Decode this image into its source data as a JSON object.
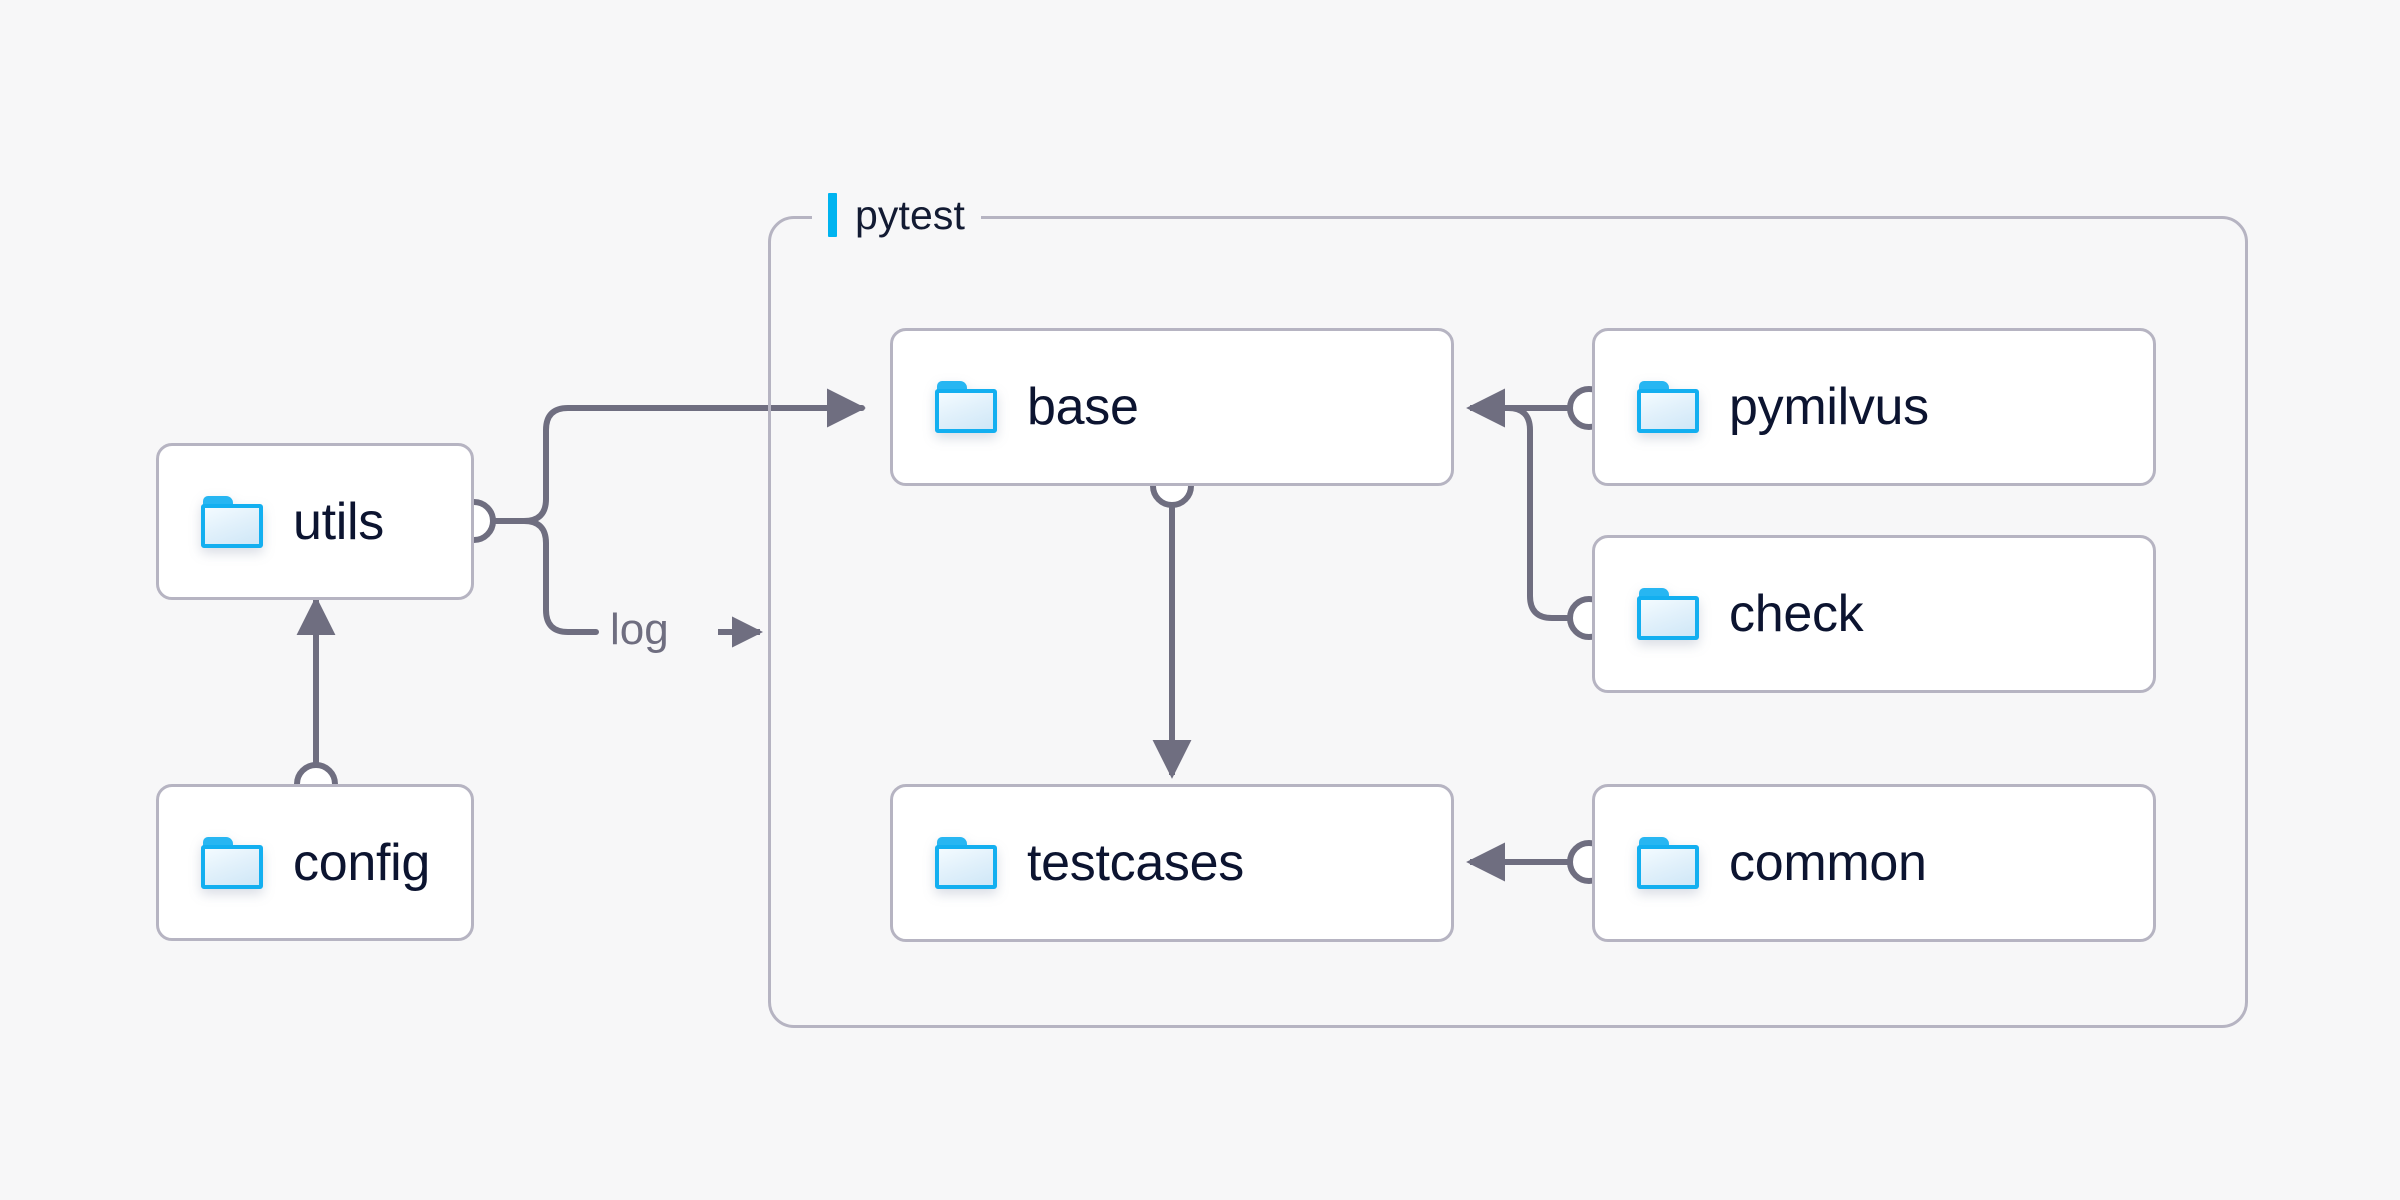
{
  "diagram": {
    "title_group": "pytest",
    "background_color": "#f7f7f8",
    "accent_color": "#00b4f0",
    "edge_color": "#6f6e80",
    "node_border_color": "#b6b4c2",
    "node_text_color": "#0c1430"
  },
  "group": {
    "label": "pytest",
    "accent_color": "#00b4f0"
  },
  "nodes": [
    {
      "id": "utils",
      "label": "utils",
      "icon": "folder-icon"
    },
    {
      "id": "config",
      "label": "config",
      "icon": "folder-icon"
    },
    {
      "id": "base",
      "label": "base",
      "icon": "folder-icon"
    },
    {
      "id": "testcases",
      "label": "testcases",
      "icon": "folder-icon"
    },
    {
      "id": "pymilvus",
      "label": "pymilvus",
      "icon": "folder-icon"
    },
    {
      "id": "check",
      "label": "check",
      "icon": "folder-icon"
    },
    {
      "id": "common",
      "label": "common",
      "icon": "folder-icon"
    }
  ],
  "edges": [
    {
      "id": "utils-base",
      "from": "utils",
      "to": "base",
      "label": ""
    },
    {
      "id": "utils-log",
      "from": "utils",
      "to": "pytest",
      "label": "log"
    },
    {
      "id": "config-utils",
      "from": "config",
      "to": "utils",
      "label": ""
    },
    {
      "id": "base-testcases",
      "from": "base",
      "to": "testcases",
      "label": ""
    },
    {
      "id": "pymilvus-base",
      "from": "pymilvus",
      "to": "base",
      "label": ""
    },
    {
      "id": "check-base",
      "from": "check",
      "to": "base",
      "label": ""
    },
    {
      "id": "common-testcases",
      "from": "common",
      "to": "testcases",
      "label": ""
    }
  ],
  "edge_labels": {
    "log": "log"
  }
}
